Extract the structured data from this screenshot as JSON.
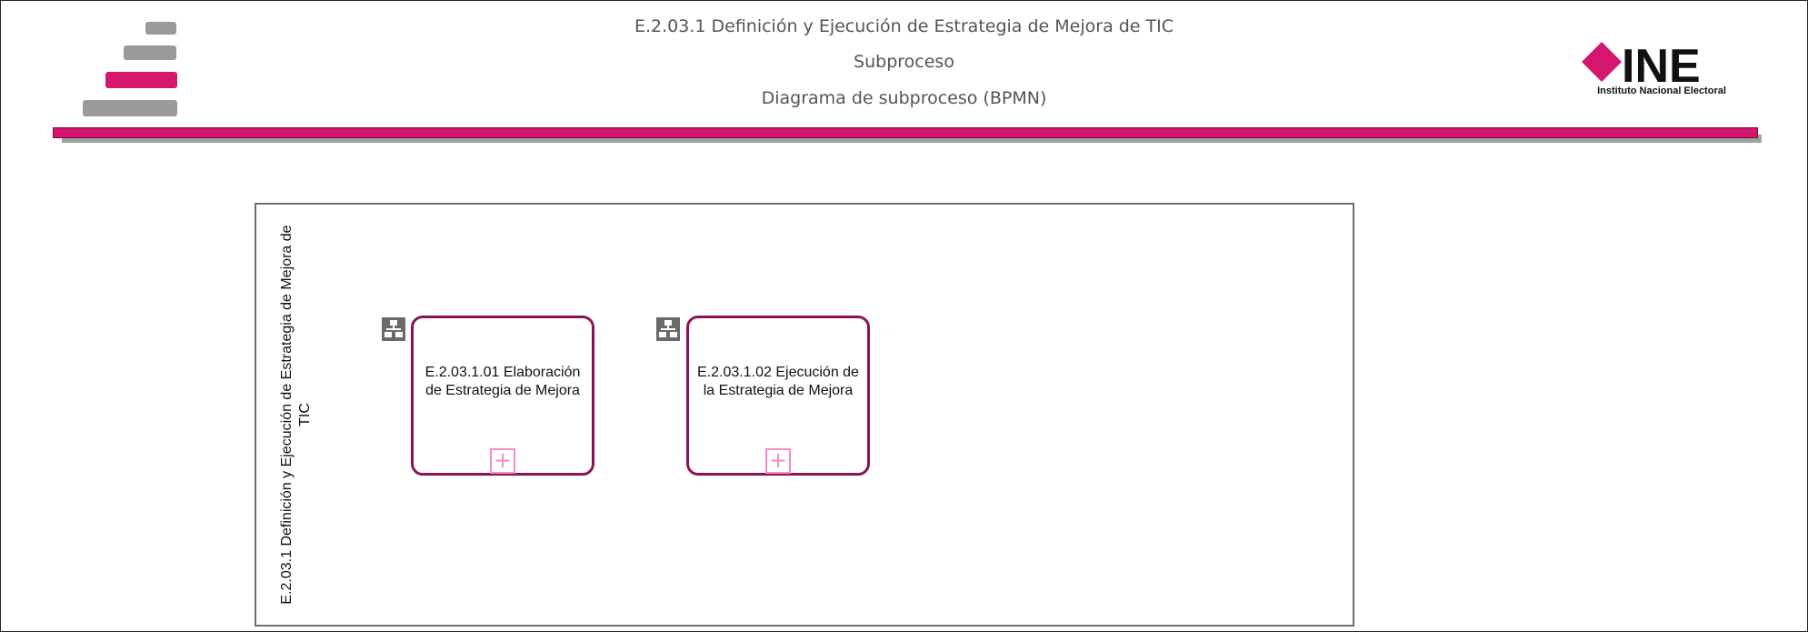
{
  "header": {
    "title": "E.2.03.1 Definición y Ejecución de Estrategia de Mejora de TIC",
    "subtitle": "Subproceso",
    "diagram_type": "Diagrama de subproceso (BPMN)"
  },
  "brand": {
    "name": "INE",
    "full_name": "Instituto Nacional Electoral",
    "accent_color": "#d4166f",
    "task_border_color": "#8b1354"
  },
  "pool": {
    "label": "E.2.03.1 Definición y Ejecución de Estrategia de Mejora de TIC"
  },
  "tasks": [
    {
      "label": "E.2.03.1.01 Elaboración de Estrategia de Mejora",
      "marker": "plus",
      "icon": "subprocess-icon"
    },
    {
      "label": "E.2.03.1.02 Ejecución de la Estrategia de Mejora",
      "marker": "plus",
      "icon": "subprocess-icon"
    }
  ]
}
